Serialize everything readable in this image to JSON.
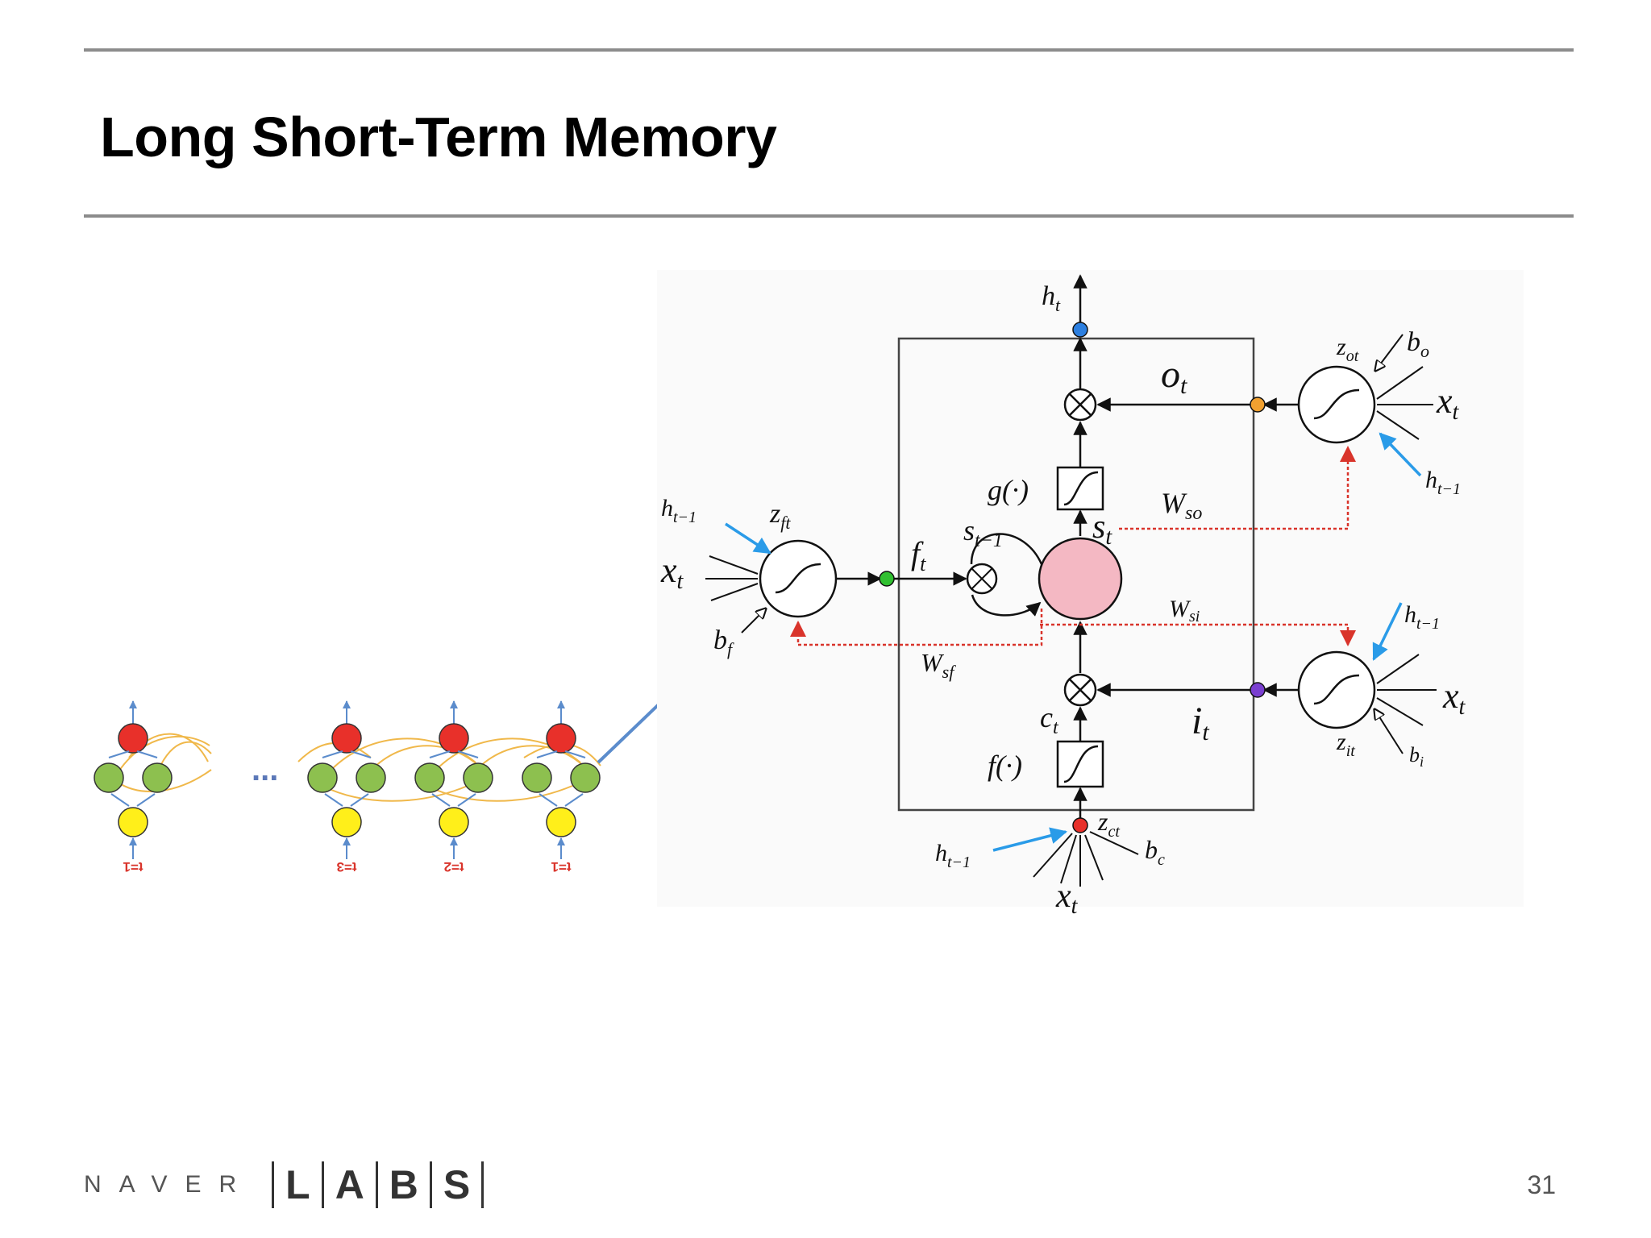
{
  "slide": {
    "title": "Long Short-Term Memory",
    "page_number": "31"
  },
  "footer": {
    "brand_word": "NAVER",
    "labs_letters": [
      "L",
      "A",
      "B",
      "S"
    ]
  },
  "unrolled": {
    "ellipsis": "...",
    "time_labels": [
      "t=1",
      "t=3",
      "t=2",
      "t=1"
    ]
  },
  "lstm": {
    "output": "h",
    "output_sub": "t",
    "gate_labels": {
      "o": "o",
      "o_sub": "t",
      "f": "f",
      "f_sub": "t",
      "i": "i",
      "i_sub": "t",
      "c": "c",
      "c_sub": "t",
      "s": "s",
      "s_sub": "t",
      "s_prev": "s",
      "s_prev_sub": "t−1",
      "g": "g(·)",
      "f_act": "f(·)"
    },
    "weights": {
      "wso": "W",
      "wso_sub": "so",
      "wsi": "W",
      "wsi_sub": "si",
      "wsf": "W",
      "wsf_sub": "sf"
    },
    "inputs": {
      "x": "x",
      "x_sub": "t",
      "h": "h",
      "h_sub": "t−1",
      "z": "z",
      "zf_sub": "ft",
      "zo_sub": "ot",
      "zi_sub": "it",
      "zc_sub": "ct",
      "b": "b",
      "bf_sub": "f",
      "bo_sub": "o",
      "bi_sub": "i",
      "bc_sub": "c"
    }
  },
  "colors": {
    "node_red": "#e8302a",
    "node_green": "#8dc04f",
    "node_yellow": "#ffef1a",
    "arrow_blue": "#5b8ccc",
    "recurrent_orange": "#f0b84a",
    "cell_pink": "#f4b8c3",
    "peephole_red": "#d9342b",
    "dot_blue": "#2c7fe0",
    "dot_orange": "#f0a030",
    "dot_green": "#30c030",
    "dot_purple": "#7a3fd0",
    "h_arrow_blue": "#2a9be8"
  }
}
